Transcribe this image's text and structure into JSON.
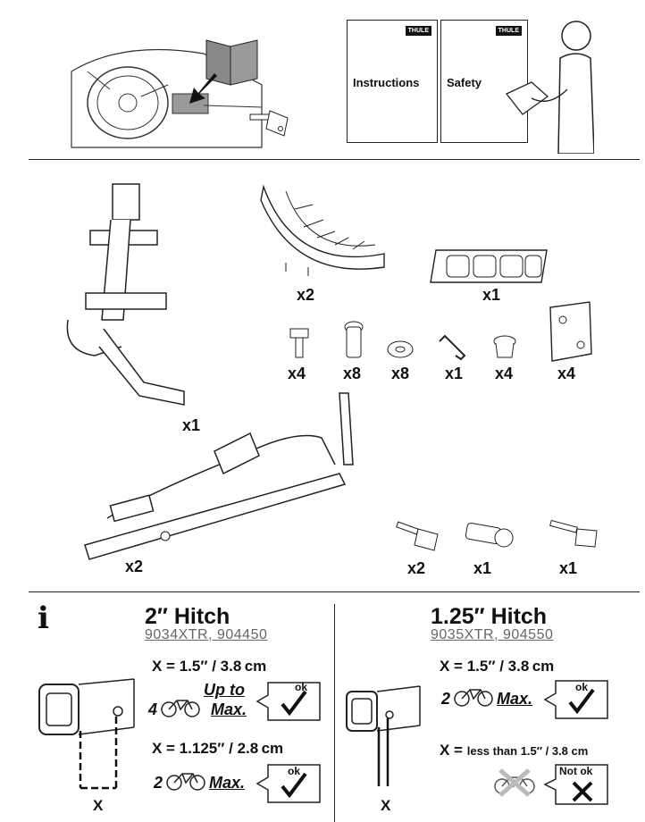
{
  "top": {
    "docs": [
      {
        "brand": "THULE",
        "label": "Instructions"
      },
      {
        "brand": "THULE",
        "label": "Safety"
      }
    ]
  },
  "parts": {
    "frame_qty": "x1",
    "cradle_qty": "x2",
    "pad_qty": "x1",
    "bolt_qty": "x4",
    "pin_qty": "x8",
    "washer_qty": "x8",
    "allen_key_qty": "x1",
    "cap_qty": "x4",
    "plate_qty": "x4",
    "tray_qty": "x2",
    "keys_qty": "x2",
    "lock_qty": "x1",
    "key_single_qty": "x1"
  },
  "info": {
    "info_symbol": "i",
    "left": {
      "title": "2″ Hitch",
      "models": "9034XTR, 904450",
      "m1": "X = 1.5″ / 3.8 cm",
      "m1_count_num": "4",
      "m1_count_text": "Up to",
      "m1_count_max": "Max.",
      "m1_status": "ok",
      "m2": "X = 1.125″ / 2.8 cm",
      "m2_count_num": "2",
      "m2_count_max": "Max.",
      "m2_status": "ok",
      "dim_label": "X"
    },
    "right": {
      "title": "1.25″ Hitch",
      "models": "9035XTR, 904550",
      "m1": "X = 1.5″ / 3.8 cm",
      "m1_count_num": "2",
      "m1_count_max": "Max.",
      "m1_status": "ok",
      "m2_prefix": "X =",
      "m2_rest": "less than 1.5″ / 3.8 cm",
      "m2_status": "Not ok",
      "dim_label": "X"
    }
  }
}
